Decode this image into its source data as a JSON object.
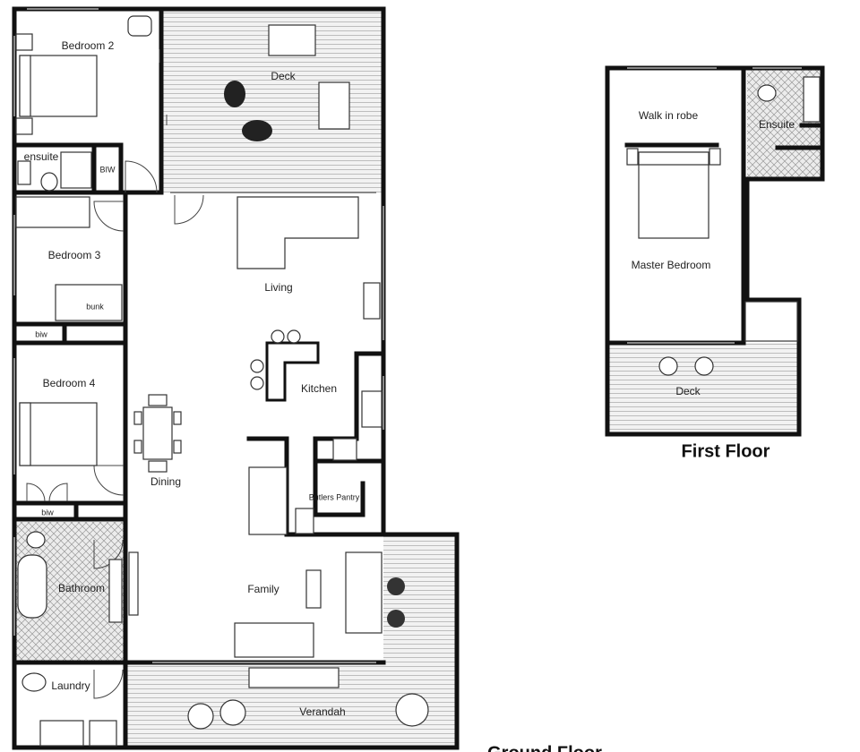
{
  "plan_titles": {
    "first_floor": "First Floor",
    "ground_floor": "Ground Floor"
  },
  "rooms": {
    "bedroom2": "Bedroom 2",
    "deck_ground": "Deck",
    "ensuite_ground": "ensuite",
    "biw_upper": "BIW",
    "bedroom3": "Bedroom 3",
    "bunk": "bunk",
    "biw_bed3": "biw",
    "living": "Living",
    "bedroom4": "Bedroom 4",
    "kitchen": "Kitchen",
    "dining": "Dining",
    "biw_bed4": "biw",
    "butlers_pantry": "Butlers Pantry",
    "bathroom": "Bathroom",
    "family": "Family",
    "laundry": "Laundry",
    "verandah": "Verandah",
    "walk_in_robe": "Walk in robe",
    "ensuite_first": "Ensuite",
    "master_bedroom": "Master Bedroom",
    "deck_first": "Deck"
  },
  "colors": {
    "walls": "#111111",
    "deck_stripes": "#bdbdbd",
    "tile_hatch": "#9a9a9a",
    "background": "#ffffff"
  }
}
